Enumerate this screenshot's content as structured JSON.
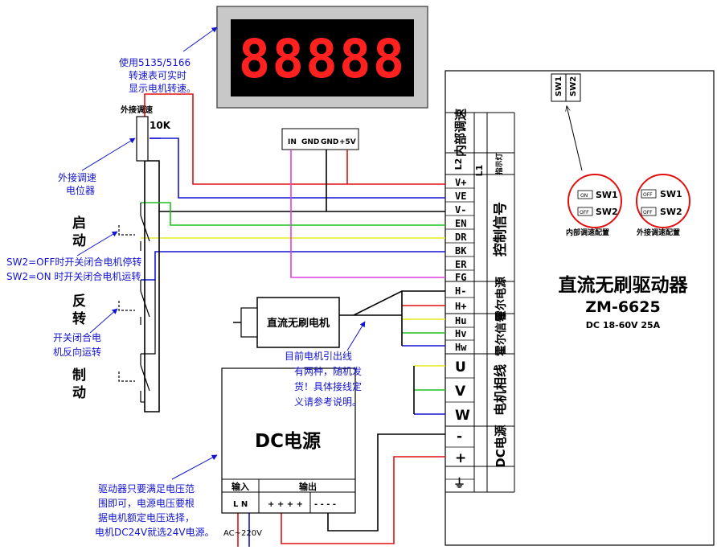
{
  "display": {
    "digits": "88888"
  },
  "notes": {
    "tach": [
      "使用5135/5166",
      "转速表可实时",
      "显示电机转速。"
    ],
    "pot": [
      "外接调速",
      "电位器"
    ],
    "sw": [
      "SW2=OFF时开关闭合电机停转",
      "SW2=ON 时开关闭合电机运转"
    ],
    "rev": [
      "开关闭合电",
      "机反向运转"
    ],
    "motorline": [
      "目前电机引出线",
      "有两种，随机发",
      "货！具体接线定",
      "义请参考说明。"
    ],
    "power": [
      "驱动器只要满足电压范",
      "围即可，电源电压要根",
      "据电机额定电压选择，",
      "电机DC24V就选24V电源。"
    ]
  },
  "pot": {
    "label": "外接调速",
    "value": "10K"
  },
  "switches": [
    {
      "label": "启动"
    },
    {
      "label": "反转"
    },
    {
      "label": "制动"
    }
  ],
  "tach_terminals": [
    "IN",
    "GND",
    "GND",
    "+5V"
  ],
  "driver": {
    "internal_speed": "内部调速",
    "indicator": {
      "l2": "L2",
      "l1": "L1",
      "lamp": "指示灯"
    },
    "control_signal": "控制信号",
    "control_terms": [
      "V+",
      "VE",
      "V-",
      "EN",
      "DR",
      "BK",
      "ER",
      "FG"
    ],
    "hall_power": "霍尔电源",
    "hall_power_terms": [
      "H-",
      "H+"
    ],
    "hall_signal": "霍尔信号",
    "hall_signal_terms": [
      "Hu",
      "Hv",
      "Hw"
    ],
    "phase": "电机相线",
    "phase_terms": [
      "U",
      "V",
      "W"
    ],
    "dc": "DC电源",
    "dc_terms": [
      "-",
      "+",
      "⏚"
    ],
    "dip_top": [
      "SW1",
      "SW2"
    ],
    "internal_cfg": {
      "sw1": "SW1",
      "sw2": "SW2",
      "on": "ON",
      "off": "OFF",
      "label": "内部调速配置"
    },
    "external_cfg": {
      "sw1": "SW1",
      "sw2": "SW2",
      "off": "OFF",
      "label": "外接调速配置"
    },
    "title": "直流无刷驱动器",
    "model": "ZM-6625",
    "rating": "DC 18-60V 25A"
  },
  "motor": {
    "label": "直流无刷电机"
  },
  "psu": {
    "title": "DC电源",
    "input": "输入",
    "output": "输出",
    "ln": "L N",
    "plus": "+ + + +",
    "minus": "- - - -",
    "ac": "AC~220V"
  }
}
